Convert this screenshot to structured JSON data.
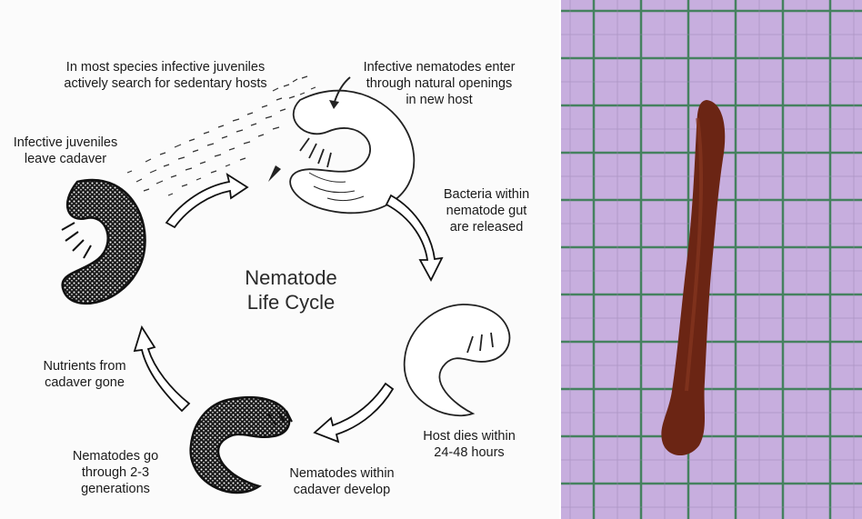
{
  "diagram": {
    "center_title_line1": "Nematode",
    "center_title_line2": "Life Cycle",
    "labels": {
      "search_l1": "In most species infective juveniles",
      "search_l2": "actively search for sedentary hosts",
      "enter_l1": "Infective nematodes enter",
      "enter_l2": "through natural openings",
      "enter_l3": "in new host",
      "leave_l1": "Infective juveniles",
      "leave_l2": "leave cadaver",
      "bacteria_l1": "Bacteria within",
      "bacteria_l2": "nematode gut",
      "bacteria_l3": "are released",
      "nutrients_l1": "Nutrients from",
      "nutrients_l2": "cadaver gone",
      "hostdies_l1": "Host dies within",
      "hostdies_l2": "24-48 hours",
      "generations_l1": "Nematodes go",
      "generations_l2": "through 2-3",
      "generations_l3": "generations",
      "develop_l1": "Nematodes within",
      "develop_l2": "cadaver develop"
    }
  },
  "colors": {
    "diagram_background": "#fbfbfb",
    "ink": "#1a1a1a",
    "grid_paper": "#c7aede",
    "grid_line": "#2f7a4a",
    "nematode": "#6b2514"
  },
  "icons": [
    "grub-larva-dark-icon",
    "grub-larva-outline-icon",
    "cycle-arrow-icon"
  ]
}
